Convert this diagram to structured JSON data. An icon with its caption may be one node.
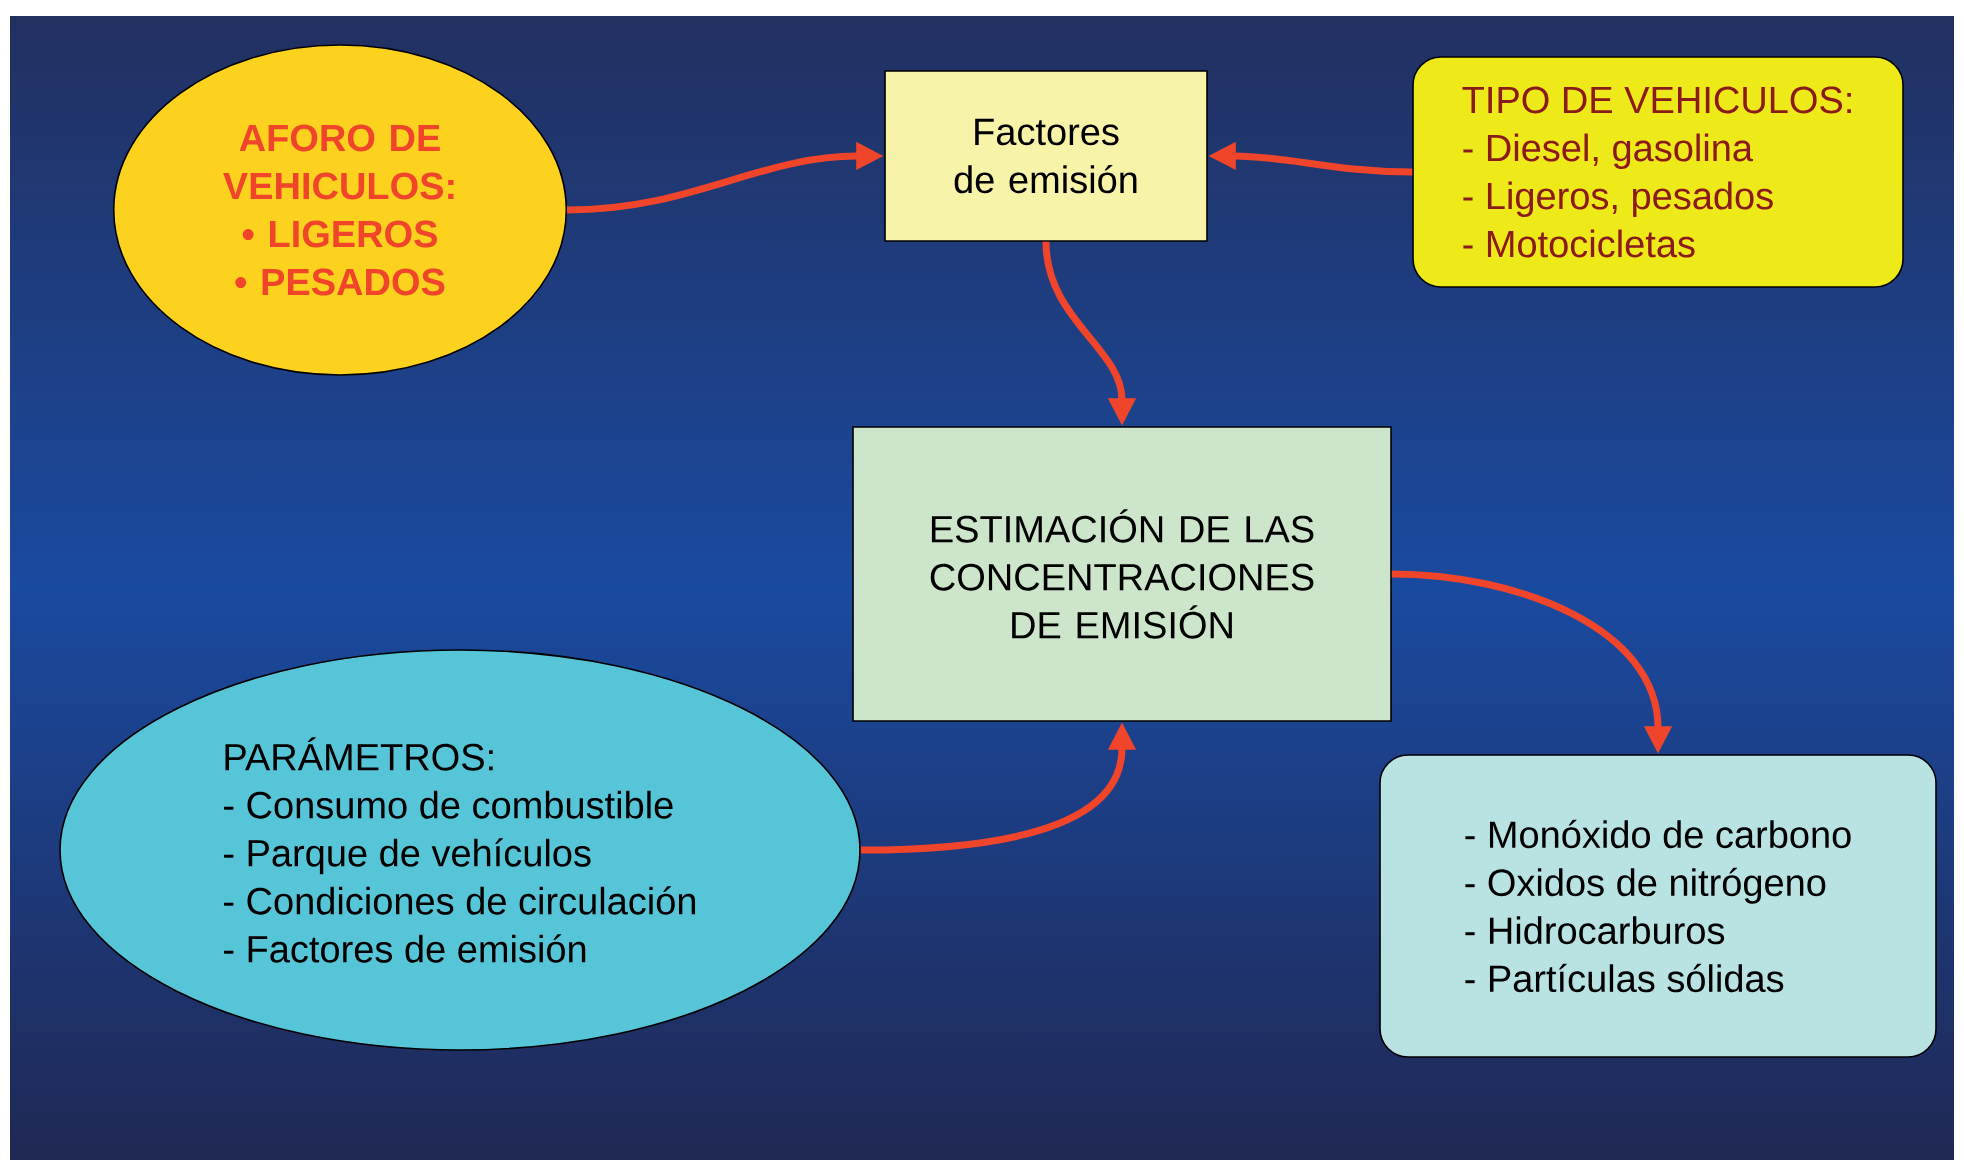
{
  "diagram": {
    "nodes": [
      {
        "text": [
          "AFORO DE VEHICULOS:",
          "• LIGEROS",
          "• PESADOS"
        ]
      },
      {
        "text": [
          "Factores de emisión"
        ]
      },
      {
        "text": [
          "TIPO DE VEHICULOS:",
          "- Diesel, gasolina",
          "- Ligeros, pesados",
          "- Motocicletas"
        ]
      },
      {
        "text": [
          "ESTIMACIÓN DE LAS CONCENTRACIONES DE EMISIÓN"
        ]
      },
      {
        "text": [
          "PARÁMETROS:",
          "- Consumo de combustible",
          "- Parque de vehículos",
          "- Condiciones de circulación",
          "- Factores de emisión"
        ]
      },
      {
        "text": [
          "- Monóxido de carbono",
          "- Oxidos de nitrógeno",
          "- Hidrocarburos",
          "- Partículas sólidas"
        ]
      }
    ],
    "edges": [
      {
        "from": 0,
        "to": 1,
        "arrow": "to"
      },
      {
        "from": 2,
        "to": 1,
        "arrow": "to"
      },
      {
        "from": 1,
        "to": 3,
        "arrow": "to"
      },
      {
        "from": 4,
        "to": 3,
        "arrow": "to"
      },
      {
        "from": 3,
        "to": 5,
        "arrow": "to"
      }
    ]
  }
}
